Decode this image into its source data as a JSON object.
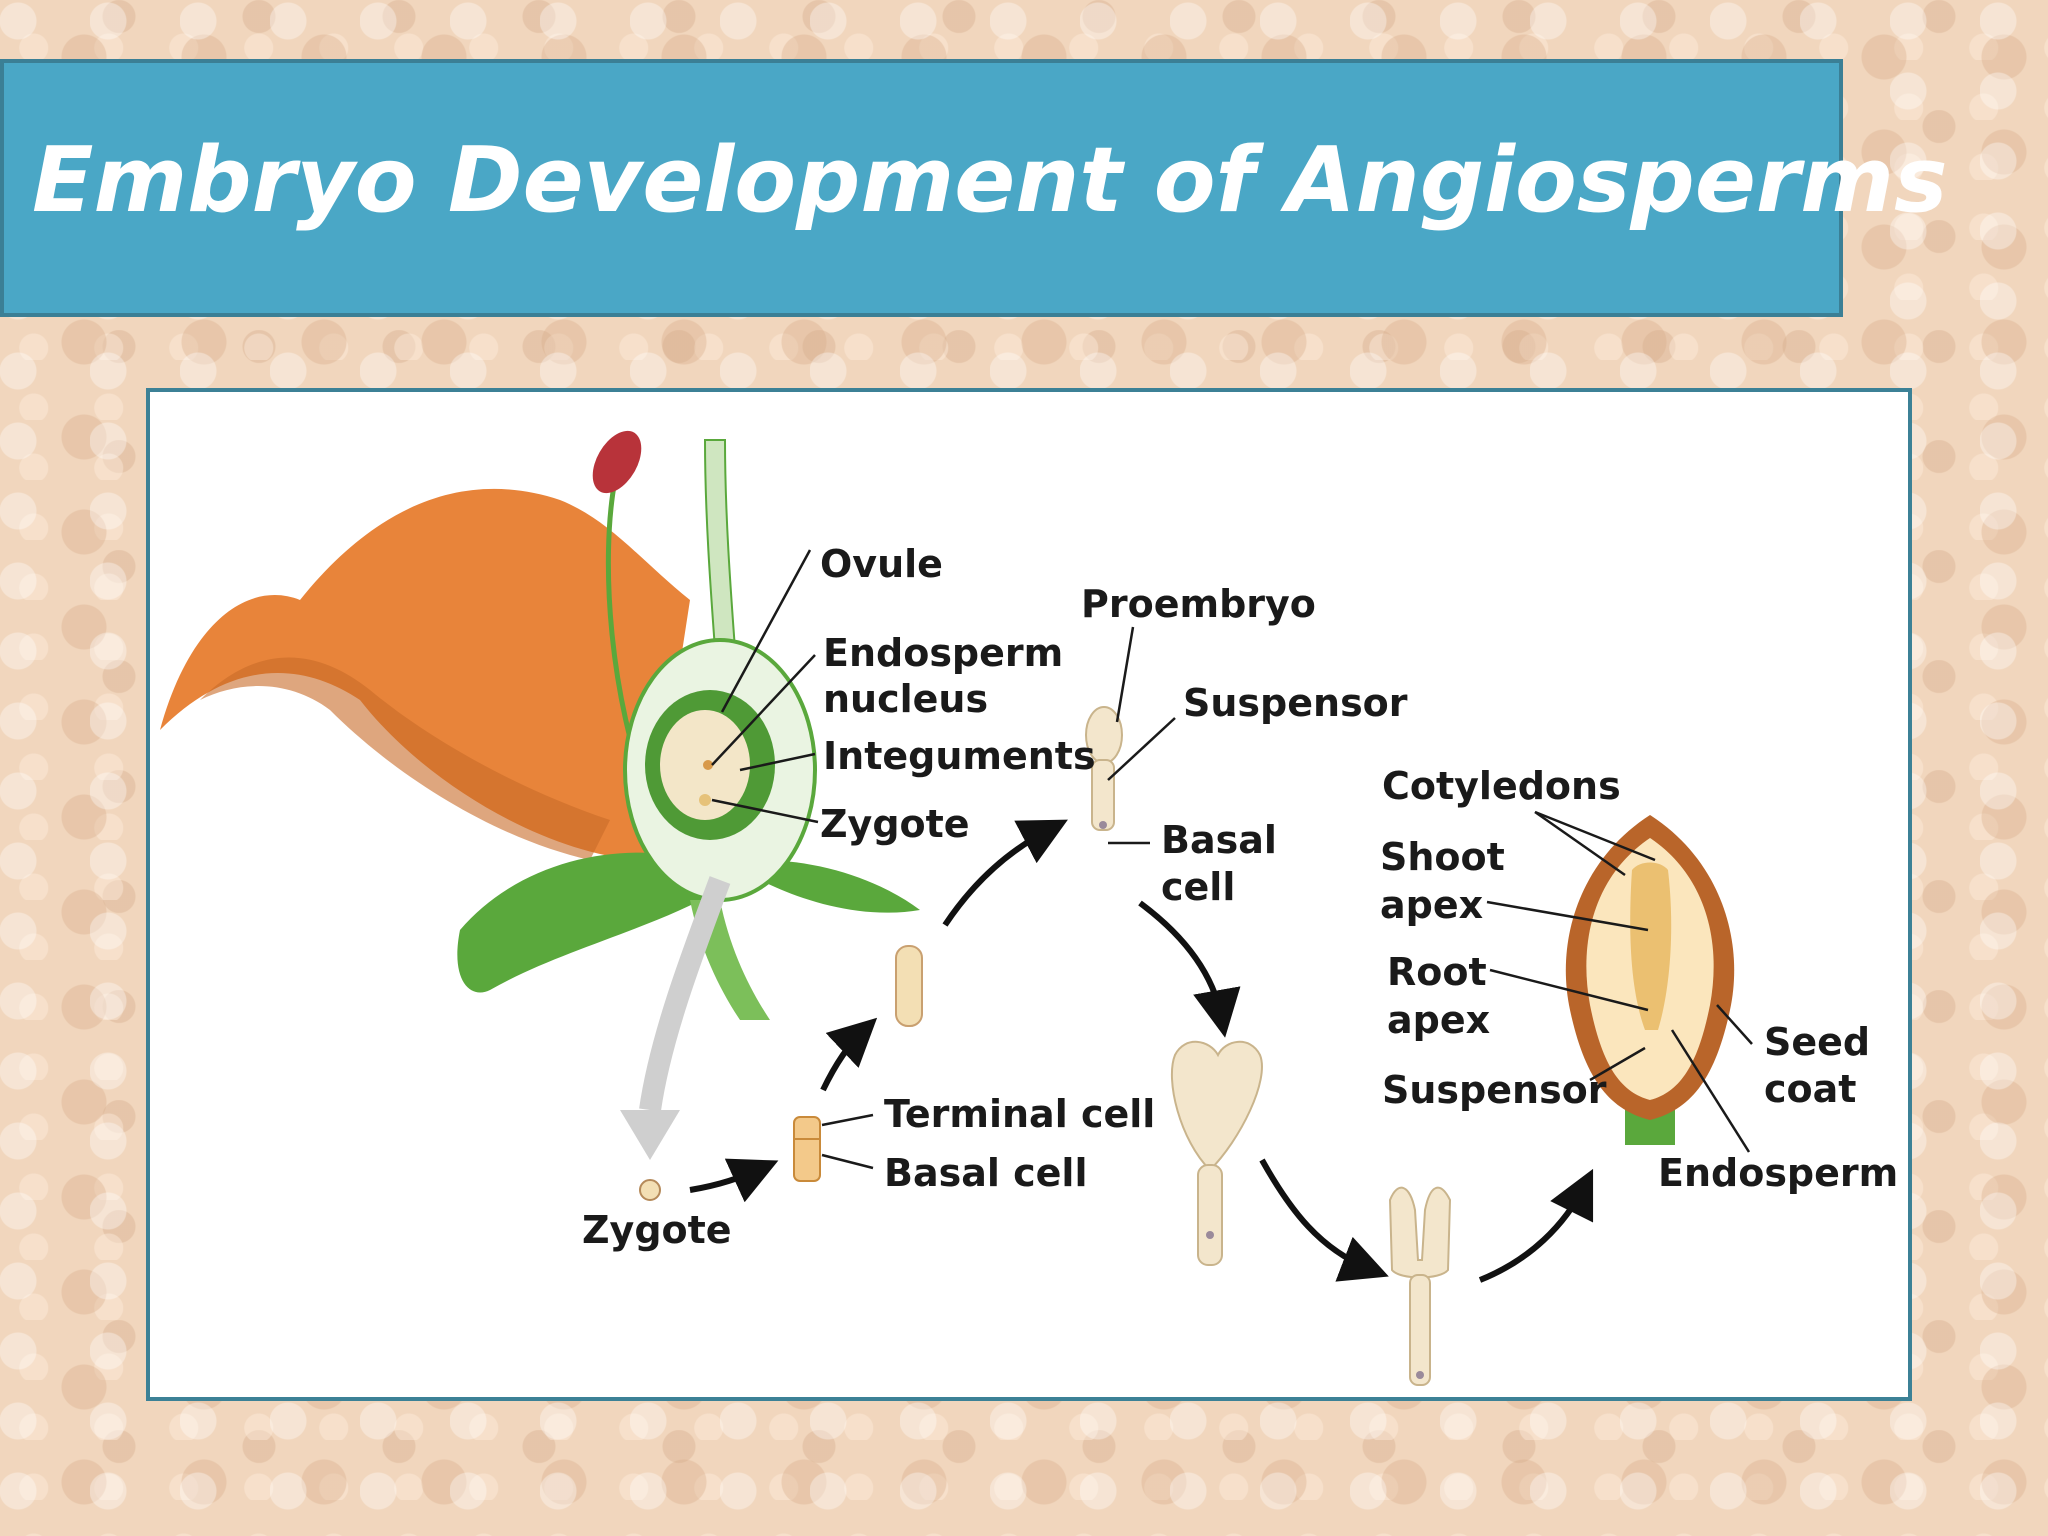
{
  "title": "Embryo Development of Angiosperms",
  "labels": {
    "ovule": "Ovule",
    "endosperm_nucleus_1": "Endosperm",
    "endosperm_nucleus_2": "nucleus",
    "integuments": "Integuments",
    "zygote_flower": "Zygote",
    "zygote": "Zygote",
    "terminal_cell": "Terminal cell",
    "basal_cell_2cell": "Basal cell",
    "proembryo": "Proembryo",
    "suspensor_proembryo": "Suspensor",
    "basal_cell_proembryo_1": "Basal",
    "basal_cell_proembryo_2": "cell",
    "cotyledons": "Cotyledons",
    "shoot_apex_1": "Shoot",
    "shoot_apex_2": "apex",
    "root_apex_1": "Root",
    "root_apex_2": "apex",
    "suspensor_seed": "Suspensor",
    "seed_coat_1": "Seed",
    "seed_coat_2": "coat",
    "endosperm": "Endosperm"
  },
  "colors": {
    "banner": "#4aa7c6",
    "banner_border": "#3b7f95",
    "petal": "#e8843a",
    "leaf": "#5aa83c",
    "ovary": "#cfe6c0",
    "embryo": "#f3dfb4",
    "seed_coat": "#b9652a"
  }
}
